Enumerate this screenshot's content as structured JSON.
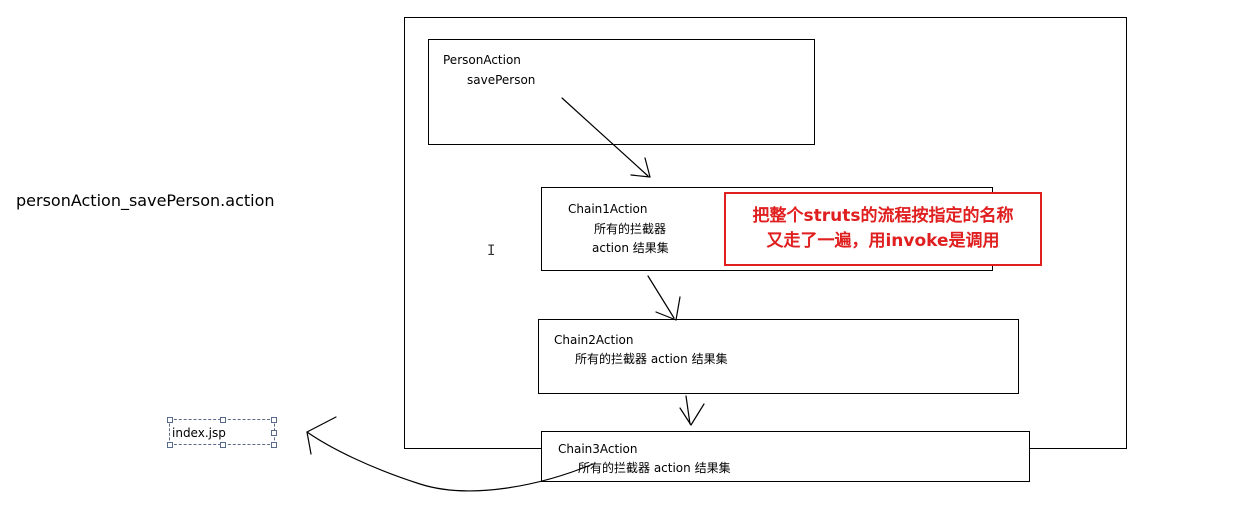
{
  "url_label": "personAction_savePerson.action",
  "file_label": "index.jsp",
  "person_action": {
    "title": "PersonAction",
    "method": "savePerson"
  },
  "chain1": {
    "title": "Chain1Action",
    "line1": "所有的拦截器",
    "line2": "action   结果集"
  },
  "chain2": {
    "title": "Chain2Action",
    "line1": "所有的拦截器   action   结果集"
  },
  "chain3": {
    "title": "Chain3Action",
    "line1": "所有的拦截器   action  结果集"
  },
  "note": {
    "line1": "把整个struts的流程按指定的名称",
    "line2": "又走了一遍，用invoke是调用",
    "color": "#e02020"
  }
}
